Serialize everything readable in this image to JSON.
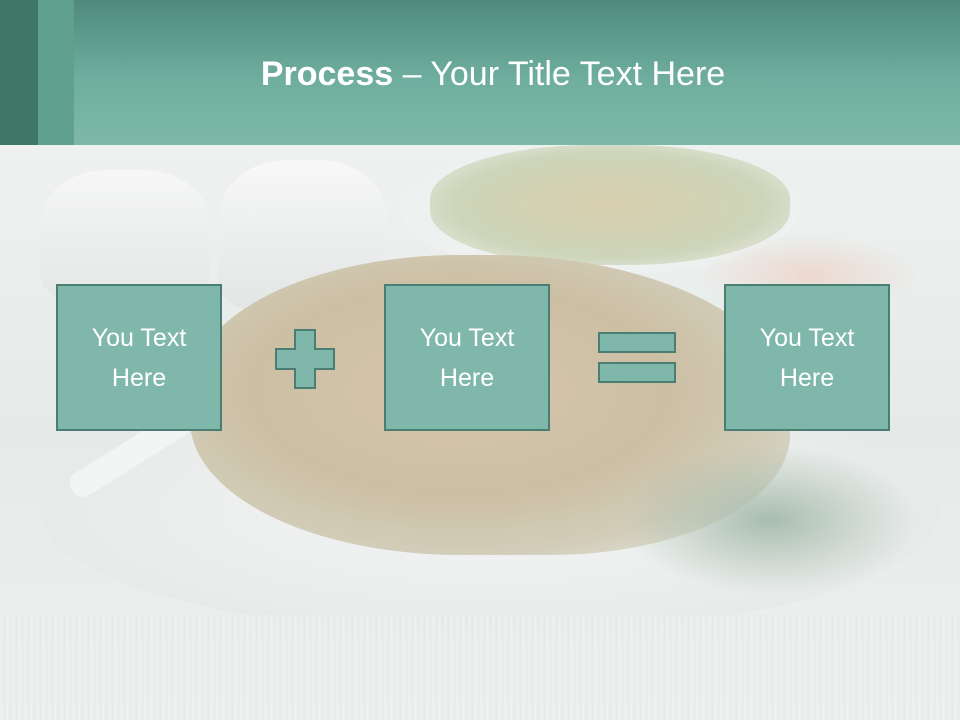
{
  "slide": {
    "title_bold": "Process",
    "title_rest": " – Your Title Text Here"
  },
  "process": {
    "boxes": [
      {
        "text": "You Text Here"
      },
      {
        "text": "You Text Here"
      },
      {
        "text": "You Text Here"
      }
    ],
    "operators": [
      "plus-icon",
      "equals-icon"
    ]
  },
  "colors": {
    "header": "#6fae9e",
    "box_fill": "#7fb8aa",
    "box_border": "#4b7e73",
    "text": "#ffffff"
  }
}
